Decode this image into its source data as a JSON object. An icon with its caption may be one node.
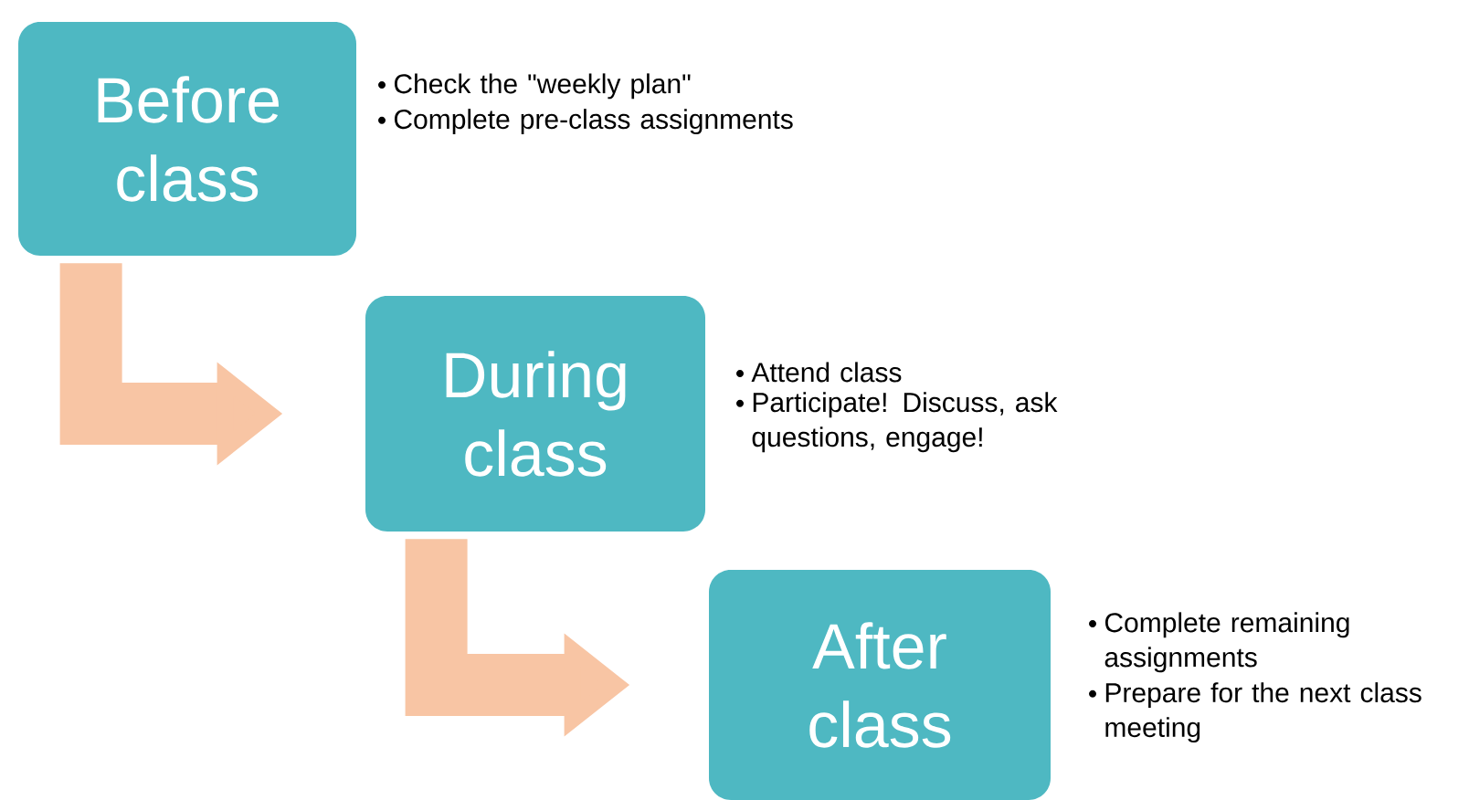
{
  "diagram": {
    "nodes": [
      {
        "text": [
          "Before class"
        ],
        "beside": [
          "Check the \"weekly plan\"",
          "Complete pre-class assignments"
        ]
      },
      {
        "text": [
          "During class"
        ],
        "beside": [
          "Attend class",
          "Participate! Discuss, ask questions, engage!"
        ]
      },
      {
        "text": [
          "After class"
        ],
        "beside": [
          "Complete remaining assignments",
          "Prepare for the next class meeting"
        ]
      }
    ],
    "edges": [
      {
        "from": 0,
        "to": 1,
        "arrow": "to"
      },
      {
        "from": 1,
        "to": 2,
        "arrow": "to"
      }
    ]
  }
}
